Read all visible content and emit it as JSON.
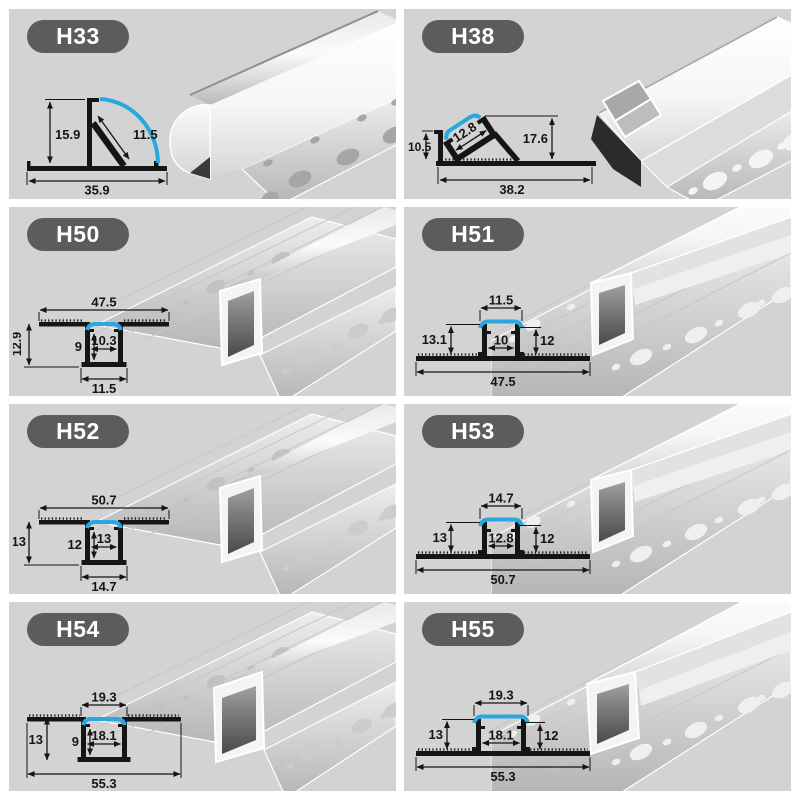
{
  "page": {
    "background": "#ffffff",
    "cell_background": "#d3d3d3"
  },
  "colors": {
    "badge_bg": "#5c5c5c",
    "badge_text": "#ffffff",
    "line": "#151515",
    "diffuser_blue": "#29a7e0",
    "metal_light": "#f5f5f5",
    "metal_mid": "#d9d9d9",
    "metal_dark": "#9a9a9a"
  },
  "cells": [
    {
      "id": "H33",
      "type": "corner-round-profile",
      "dims": {
        "height": "15.9",
        "diagonal": "11.5",
        "width": "35.9"
      }
    },
    {
      "id": "H38",
      "type": "corner-45-profile",
      "dims": {
        "left_height": "10.5",
        "inner_width": "12.8",
        "right_height": "17.6",
        "width": "38.2"
      }
    },
    {
      "id": "H50",
      "type": "recessed-plaster-in-profile",
      "dims": {
        "top_width": "47.5",
        "overall_height": "12.9",
        "inner_height": "9",
        "inner_width": "10.3",
        "bottom_width": "11.5"
      }
    },
    {
      "id": "H51",
      "type": "trimless-surface-profile",
      "dims": {
        "top_width": "11.5",
        "overall_height": "13.1",
        "inner_width": "10",
        "right_height": "12",
        "bottom_width": "47.5"
      }
    },
    {
      "id": "H52",
      "type": "recessed-plaster-in-profile",
      "dims": {
        "top_width": "50.7",
        "overall_height": "13",
        "inner_height": "12",
        "inner_width": "13",
        "bottom_width": "14.7"
      }
    },
    {
      "id": "H53",
      "type": "trimless-surface-profile",
      "dims": {
        "top_width": "14.7",
        "overall_height": "13",
        "inner_width": "12.8",
        "right_height": "12",
        "bottom_width": "50.7"
      }
    },
    {
      "id": "H54",
      "type": "recessed-plaster-in-profile",
      "dims": {
        "top_width": "19.3",
        "overall_height": "13",
        "inner_height": "9",
        "inner_width": "18.1",
        "bottom_width": "55.3"
      }
    },
    {
      "id": "H55",
      "type": "trimless-surface-profile",
      "dims": {
        "top_width": "19.3",
        "overall_height": "13",
        "inner_width": "18.1",
        "right_height": "12",
        "bottom_width": "55.3"
      }
    }
  ]
}
